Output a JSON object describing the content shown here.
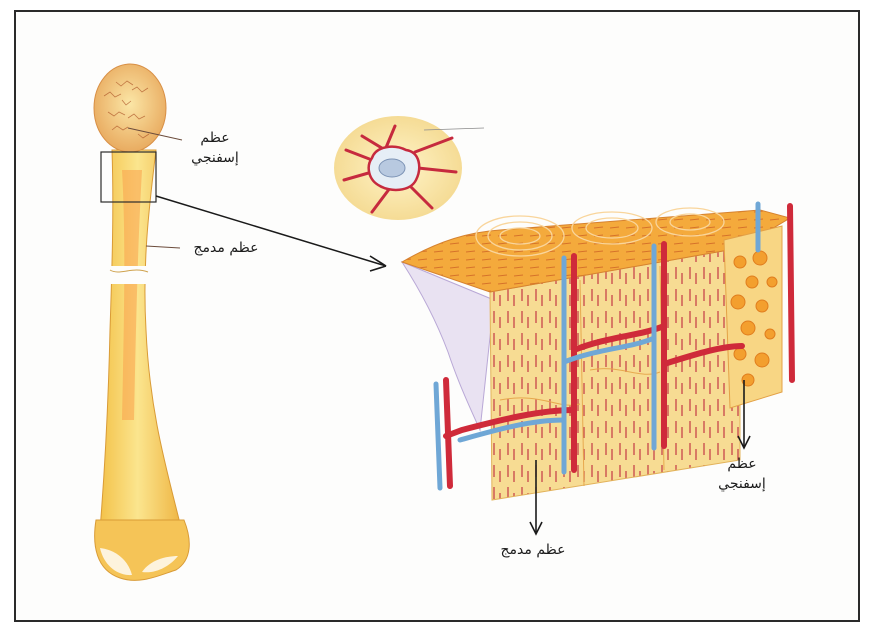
{
  "labels": {
    "femur_spongy_line1": "عظم",
    "femur_spongy_line2": "إسفنجي",
    "femur_compact": "عظم مدمج",
    "block_compact": "عظم مدمج",
    "block_spongy_line1": "عظم",
    "block_spongy_line2": "إسفنجي"
  },
  "colors": {
    "frame": "#2a2a2a",
    "bone_yellow": "#f6d064",
    "bone_orange": "#f0a23a",
    "lamella": "#f7c98a",
    "vessel_red": "#cf2a3a",
    "vessel_blue": "#6fa7d6",
    "arrow": "#1a1a1a"
  }
}
